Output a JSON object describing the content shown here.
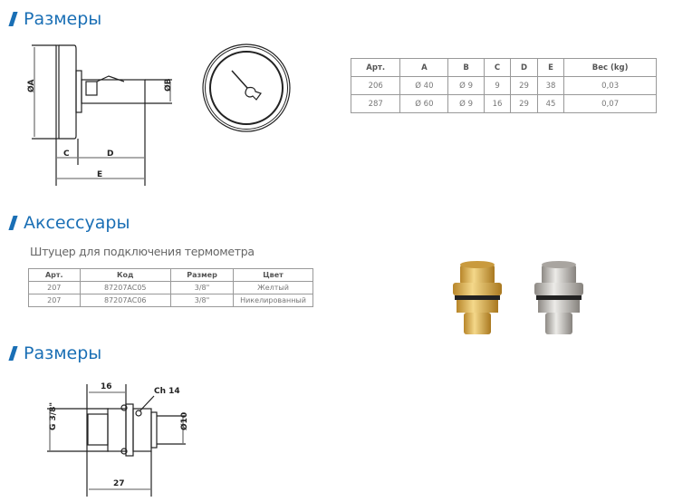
{
  "sections": [
    {
      "title": "Размеры"
    },
    {
      "title": "Аксессуары"
    },
    {
      "title": "Размеры"
    }
  ],
  "gauge_drawing": {
    "labels": {
      "a": "ØA",
      "b": "ØB",
      "c": "C",
      "d": "D",
      "e": "E"
    }
  },
  "dimensions_table": {
    "headers": [
      "Арт.",
      "A",
      "B",
      "C",
      "D",
      "E",
      "Вес (kg)"
    ],
    "rows": [
      [
        "206",
        "Ø 40",
        "Ø 9",
        "9",
        "29",
        "38",
        "0,03"
      ],
      [
        "287",
        "Ø 60",
        "Ø 9",
        "16",
        "29",
        "45",
        "0,07"
      ]
    ]
  },
  "accessories": {
    "subtitle": "Штуцер для подключения термометра",
    "headers": [
      "Арт.",
      "Код",
      "Размер",
      "Цвет"
    ],
    "rows": [
      [
        "207",
        "87207AC05",
        "3/8\"",
        "Желтый"
      ],
      [
        "207",
        "87207AC06",
        "3/8\"",
        "Никелированный"
      ]
    ]
  },
  "fitting_drawing": {
    "labels": {
      "len16": "16",
      "ch": "Ch 14",
      "thread": "G 3/8\"",
      "dia": "Ø10",
      "len27": "27"
    }
  },
  "colors": {
    "accent": "#1a6fb5",
    "brass": "#d8b04a",
    "nickel": "#bdb9b3"
  }
}
